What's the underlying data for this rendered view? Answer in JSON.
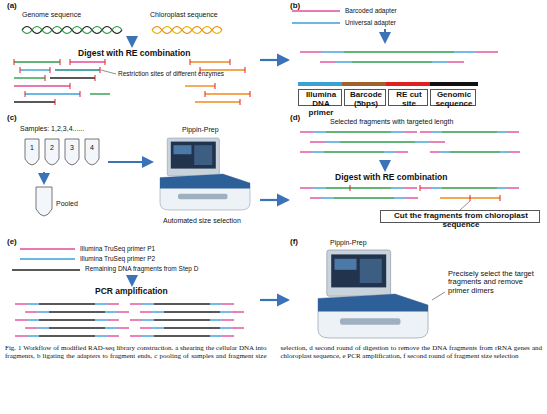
{
  "diagram": {
    "caption": "Fig. 1 Workflow of modified RAD-seq library construction. a shearing the cellular DNA into fragments, b ligating the adapters to fragment ends, c pooling of samples and fragment size selection, d second round of digestion to remove the DNA fragments from rRNA genes and chloroplast sequence, e PCR amplification, f second round of fragment size selection",
    "nodes": [
      {
        "text": [
          "(a)"
        ]
      },
      {
        "text": [
          "(b)"
        ]
      },
      {
        "text": [
          "Illumina DNA primer"
        ],
        "in": 1
      },
      {
        "text": [
          "Barcode (5bps)"
        ],
        "in": 1
      },
      {
        "text": [
          "RE cut site"
        ],
        "in": 1
      },
      {
        "text": [
          "Genomic sequence"
        ],
        "in": 1
      },
      {
        "text": [
          "(c)"
        ]
      },
      {
        "text": [
          "(d)"
        ]
      },
      {
        "text": [
          "Cut the fragments from chloroplast sequence"
        ],
        "in": 7
      },
      {
        "text": [
          "(e)"
        ]
      },
      {
        "text": [
          "(f)"
        ]
      }
    ],
    "edges": [
      {
        "from": 0,
        "to": 1,
        "arrow": "to"
      },
      {
        "from": 6,
        "to": 7,
        "arrow": "to"
      },
      {
        "from": 9,
        "to": 10,
        "arrow": "to"
      }
    ],
    "labels": [
      "Genome sequence",
      "Chloroplast sequence",
      "Digest with RE combination",
      "Restriction sites of different enzymes",
      "Barcoded adapter",
      "Universal adapter",
      "Samples: 1,2,3,4......",
      "1",
      "2",
      "3",
      "4",
      "Pippin-Prep",
      "Pooled",
      "Automated size selection",
      "Selected fragments with targeted length",
      "Digest with RE combination",
      "Illumina TruSeq primer P1",
      "Illumina TruSeq primer P2",
      "Remaining DNA fragments from Step D",
      "PCR amplification",
      "Pippin-Prep",
      "Precisely select the target fragments and remove primer dimers"
    ]
  }
}
